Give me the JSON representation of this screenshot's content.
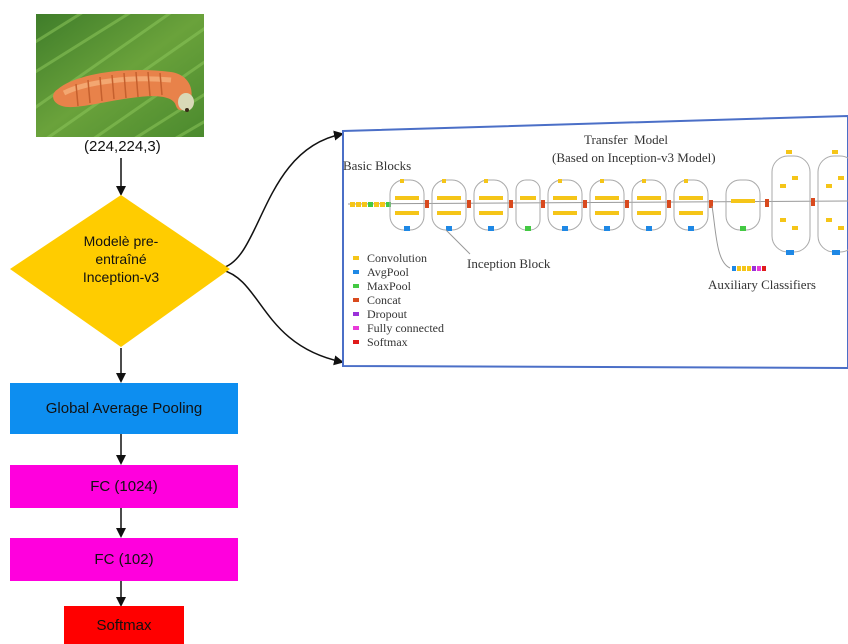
{
  "input_shape": "(224,224,3)",
  "diamond_lines": [
    "Modelè pre-",
    "entraîné",
    "Inception-v3"
  ],
  "global_pool": "Global Average Pooling",
  "fc1": "FC (1024)",
  "fc2": "FC (102)",
  "softmax": "Softmax",
  "transfer": {
    "title": "Transfer  Model",
    "subtitle": "(Based on Inception-v3 Model)",
    "basic_blocks": "Basic Blocks",
    "inception_block": "Inception Block",
    "auxiliary": "Auxiliary Classifiers",
    "legend": [
      {
        "label": "Convolution",
        "color": "#f5c518"
      },
      {
        "label": "AvgPool",
        "color": "#1e88e5"
      },
      {
        "label": "MaxPool",
        "color": "#43c943"
      },
      {
        "label": "Concat",
        "color": "#d94a1e"
      },
      {
        "label": "Dropout",
        "color": "#9b30d9"
      },
      {
        "label": "Fully connected",
        "color": "#e83ad8"
      },
      {
        "label": "Softmax",
        "color": "#e01b1b"
      }
    ]
  },
  "colors": {
    "diamond": "#ffcc00",
    "pool_box": "#0d8ef0",
    "fc_box": "#ff00dd",
    "softmax_box": "#ff0000",
    "panel_border": "#4b6fc7"
  }
}
